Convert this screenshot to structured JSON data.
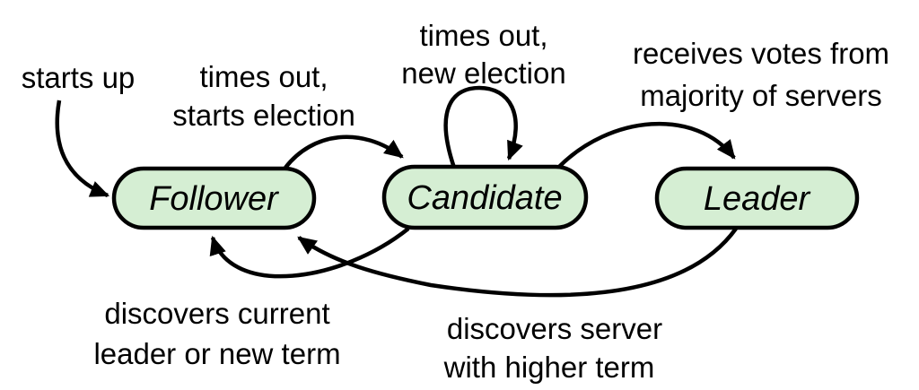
{
  "diagram": {
    "kind": "state-machine",
    "colors": {
      "state_fill": "#d5eed3",
      "stroke": "#000000",
      "text": "#000000",
      "background": "#ffffff"
    },
    "states": {
      "follower": {
        "label": "Follower"
      },
      "candidate": {
        "label": "Candidate"
      },
      "leader": {
        "label": "Leader"
      }
    },
    "transitions": {
      "starts_up": {
        "lines": [
          "starts up"
        ]
      },
      "follower_to_candidate": {
        "lines": [
          "times out,",
          "starts election"
        ]
      },
      "candidate_self": {
        "lines": [
          "times out,",
          "new election"
        ]
      },
      "candidate_to_leader": {
        "lines": [
          "receives votes from",
          "majority of servers"
        ]
      },
      "candidate_to_follower": {
        "lines": [
          "discovers current",
          "leader or new term"
        ]
      },
      "leader_to_follower": {
        "lines": [
          "discovers server",
          "with higher term"
        ]
      }
    }
  }
}
